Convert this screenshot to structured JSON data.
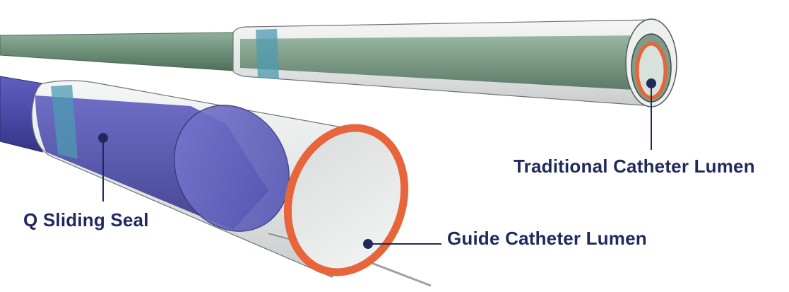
{
  "labels": {
    "traditional_catheter_lumen": "Traditional Catheter Lumen",
    "q_sliding_seal": "Q Sliding Seal",
    "guide_catheter_lumen": "Guide Catheter Lumen"
  },
  "colors": {
    "label_text": "#1f2a5c",
    "leader_line": "#1f2a5c",
    "lumen_ring": "#e8643a",
    "green_shaft": "#6f8f78",
    "blue_seal": "#4a4aa8",
    "teal_band": "#4d9bb0",
    "outer_tube": "#e9ebeb"
  }
}
